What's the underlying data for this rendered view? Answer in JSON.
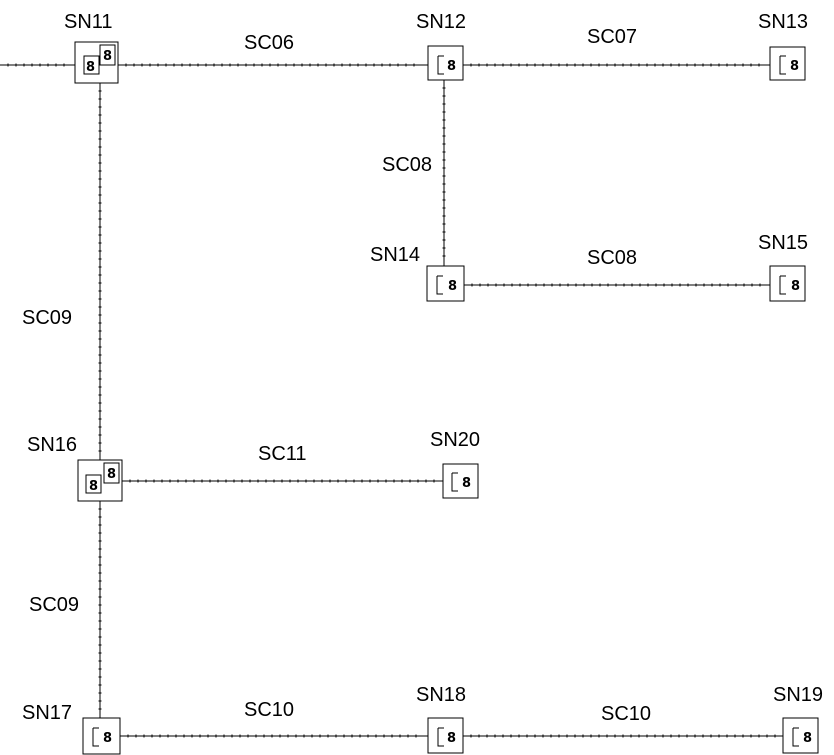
{
  "nodes": {
    "sn11": "SN11",
    "sn12": "SN12",
    "sn13": "SN13",
    "sn14": "SN14",
    "sn15": "SN15",
    "sn16": "SN16",
    "sn17": "SN17",
    "sn18": "SN18",
    "sn19": "SN19",
    "sn20": "SN20"
  },
  "cables": {
    "sn11_sn12": "SC06",
    "sn12_sn13": "SC07",
    "sn12_sn14": "SC08",
    "sn14_sn15": "SC08",
    "sn11_sn16": "SC09",
    "sn16_sn20": "SC11",
    "sn16_sn17": "SC09",
    "sn17_sn18": "SC10",
    "sn18_sn19": "SC10"
  },
  "symbols": {
    "device_glyph": "8"
  },
  "colors": {
    "line": "#000000",
    "background": "#ffffff"
  }
}
